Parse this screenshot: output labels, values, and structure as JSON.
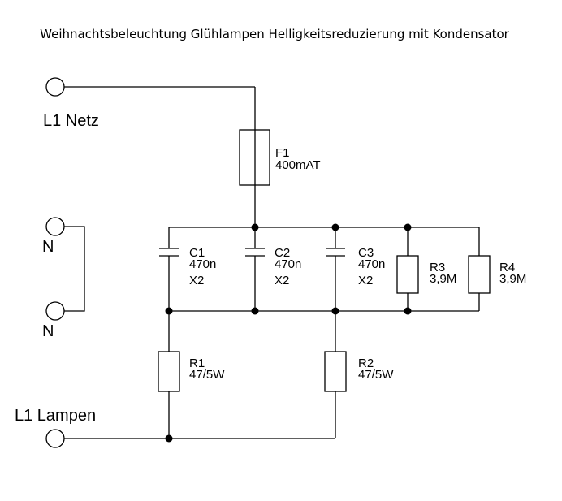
{
  "title": "Weihnachtsbeleuchtung Glühlampen Helligkeitsreduzierung mit Kondensator",
  "terminals": {
    "l1_netz": "L1 Netz",
    "n_top": "N",
    "n_bottom": "N",
    "l1_lampen": "L1 Lampen"
  },
  "components": {
    "f1": {
      "ref": "F1",
      "value": "400mAT"
    },
    "c1": {
      "ref": "C1",
      "value": "470n",
      "class": "X2"
    },
    "c2": {
      "ref": "C2",
      "value": "470n",
      "class": "X2"
    },
    "c3": {
      "ref": "C3",
      "value": "470n",
      "class": "X2"
    },
    "r1": {
      "ref": "R1",
      "value": "47/5W"
    },
    "r2": {
      "ref": "R2",
      "value": "47/5W"
    },
    "r3": {
      "ref": "R3",
      "value": "3,9M"
    },
    "r4": {
      "ref": "R4",
      "value": "3,9M"
    }
  }
}
